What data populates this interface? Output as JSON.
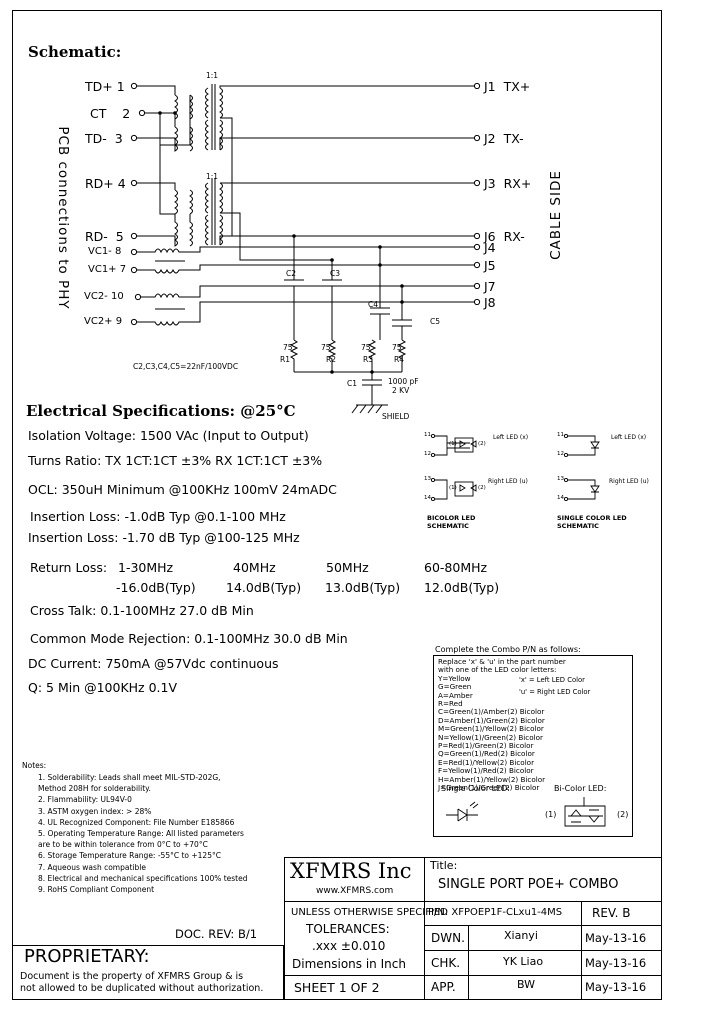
{
  "schematic": {
    "title": "Schematic:",
    "left_label": "PCB connections to PHY",
    "right_label": "CABLE SIDE",
    "ratio_top": "1:1",
    "ratio_bottom": "1:1",
    "phy_pins": [
      {
        "name": "TD+",
        "num": "1"
      },
      {
        "name": "CT",
        "num": "2"
      },
      {
        "name": "TD-",
        "num": "3"
      },
      {
        "name": "RD+",
        "num": "4"
      },
      {
        "name": "RD-",
        "num": "5"
      },
      {
        "name": "VC1-",
        "num": "8"
      },
      {
        "name": "VC1+",
        "num": "7"
      },
      {
        "name": "VC2-",
        "num": "10"
      },
      {
        "name": "VC2+",
        "num": "9"
      }
    ],
    "cable_pins": [
      {
        "id": "J1",
        "sig": "TX+"
      },
      {
        "id": "J2",
        "sig": "TX-"
      },
      {
        "id": "J3",
        "sig": "RX+"
      },
      {
        "id": "J6",
        "sig": "RX-"
      },
      {
        "id": "J4",
        "sig": ""
      },
      {
        "id": "J5",
        "sig": ""
      },
      {
        "id": "J7",
        "sig": ""
      },
      {
        "id": "J8",
        "sig": ""
      }
    ],
    "caps": [
      "C2",
      "C3",
      "C4",
      "C5"
    ],
    "resistors": [
      "R1",
      "R2",
      "R3",
      "R4"
    ],
    "res_value": "75",
    "cap_note": "C2,C3,C4,C5=22nF/100VDC",
    "c1_label": "C1",
    "c1_value_1": "1000 pF",
    "c1_value_2": "2 KV",
    "shield": "SHIELD"
  },
  "electrical": {
    "title": "Electrical   Specifications: @25°C",
    "isolation": "Isolation Voltage:  1500 VAc (Input to Output)",
    "turns": "Turns Ratio: TX 1CT:1CT ±3% RX 1CT:1CT ±3%",
    "ocl": "OCL: 350uH Minimum @100KHz 100mV 24mADC",
    "il1": "Insertion Loss: -1.0dB Typ @0.1-100 MHz",
    "il2": "Insertion Loss: -1.70 dB Typ @100-125 MHz",
    "rl_label": "Return Loss:",
    "rl_freq": [
      "1-30MHz",
      "40MHz",
      "50MHz",
      "60-80MHz"
    ],
    "rl_vals": [
      "-16.0dB(Typ)",
      "14.0dB(Typ)",
      "13.0dB(Typ)",
      "12.0dB(Typ)"
    ],
    "crosstalk": "Cross Talk: 0.1-100MHz   27.0 dB Min",
    "cmr": "Common Mode Rejection:  0.1-100MHz   30.0 dB Min",
    "dc": "DC Current: 750mA @57Vdc continuous",
    "q": "Q: 5 Min   @100KHz 0.1V"
  },
  "led": {
    "bicolor_title": "BICOLOR LED",
    "bicolor_title2": "SCHEMATIC",
    "single_title": "SINGLE COLOR LED",
    "single_title2": "SCHEMATIC",
    "pins": [
      "11",
      "12",
      "13",
      "14"
    ],
    "left_led": "Left LED (x)",
    "right_led": "Right LED (u)",
    "p1": "(1)",
    "p2": "(2)"
  },
  "combo": {
    "title": "Complete the Combo P/N as follows:",
    "lines": [
      "Replace 'x' & 'u' in the part number",
      "with one of the LED color letters:",
      "Y=Yellow",
      "G=Green",
      "A=Amber",
      "R=Red",
      "C=Green(1)/Amber(2) Bicolor",
      "D=Amber(1)/Green(2) Bicolor",
      "M=Green(1)/Yellow(2) Bicolor",
      "N=Yellow(1)/Green(2) Bicolor",
      "P=Red(1)/Green(2) Bicolor",
      "Q=Green(1)/Red(2) Bicolor",
      "E=Red(1)/Yellow(2) Bicolor",
      "F=Yellow(1)/Red(2) Bicolor",
      "H=Amber(1)/Yellow(2) Bicolor",
      "J=Green(1)/Green(2) Bicolor"
    ],
    "left_led_color": "'x' = Left LED Color",
    "right_led_color": "'u' = Right LED Color",
    "single_label": "Single Color LED:",
    "bi_label": "Bi-Color LED:",
    "p1": "(1)",
    "p2": "(2)"
  },
  "notes": {
    "title": "Notes:",
    "items": [
      "1. Solderability: Leads shall meet MIL-STD-202G,",
      "    Method 208H for solderability.",
      "2. Flammability: UL94V-0",
      "3. ASTM oxygen index: > 28%",
      "4. UL Recognized Component: File Number E185866",
      "5. Operating Temperature Range: All listed parameters",
      "    are to be within tolerance from 0°C to +70°C",
      "6. Storage Temperature Range: -55°C to +125°C",
      "7. Aqueous wash compatible",
      "8. Electrical and mechanical specifications 100% tested",
      "9. RoHS Compliant Component"
    ]
  },
  "doc_rev": "DOC. REV: B/1",
  "proprietary": {
    "title": "PROPRIETARY:",
    "line1": "Document is the property of XFMRS Group & is",
    "line2": "not allowed to be duplicated without authorization."
  },
  "title_block": {
    "company": "XFMRS Inc",
    "website": "www.XFMRS.com",
    "title_label": "Title:",
    "title": "SINGLE PORT POE+ COMBO",
    "tol1": "UNLESS OTHERWISE SPECIFIED",
    "tol2": "TOLERANCES:",
    "tol3": ".xxx  ±0.010",
    "tol4": "Dimensions in Inch",
    "pn": "P/N: XFPOEP1F-CLxu1-4MS",
    "rev": "REV. B",
    "dwn_label": "DWN.",
    "dwn_name": "Xianyi",
    "dwn_date": "May-13-16",
    "chk_label": "CHK.",
    "chk_name": "YK Liao",
    "chk_date": "May-13-16",
    "app_label": "APP.",
    "app_name": "BW",
    "app_date": "May-13-16",
    "sheet": "SHEET  1  OF  2"
  }
}
